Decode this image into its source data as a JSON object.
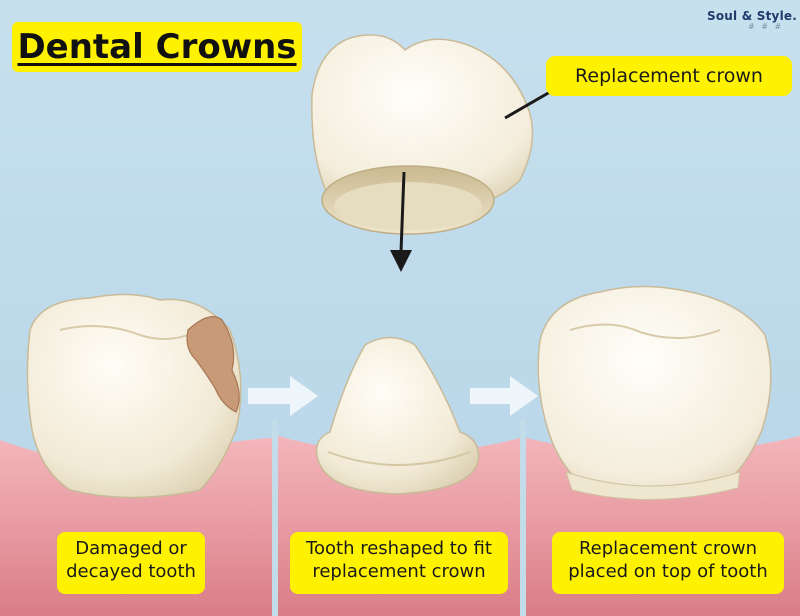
{
  "title": "Dental Crowns",
  "brand": "Soul & Style.",
  "brand_mark": "# # #",
  "callout": "Replacement crown",
  "stages": [
    {
      "line1": "Damaged or",
      "line2": "decayed tooth"
    },
    {
      "line1": "Tooth reshaped to fit",
      "line2": "replacement crown"
    },
    {
      "line1": "Replacement crown",
      "line2": "placed on top of tooth"
    }
  ],
  "colors": {
    "background": "#c7e0ee",
    "label": "#fff200",
    "gum": "#ea9fa6",
    "tooth": "#f6f1e3",
    "decay": "#c99a78",
    "arrow": "#eef6fb",
    "title_text": "#111111",
    "brand_text": "#1f3a6b"
  }
}
